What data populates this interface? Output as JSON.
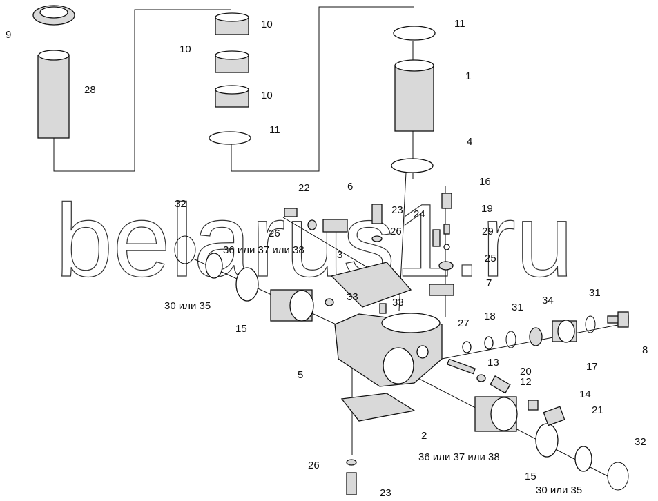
{
  "watermark": "belarus1.ru",
  "labels": [
    "9",
    "28",
    "10",
    "10",
    "10",
    "11",
    "11",
    "1",
    "4",
    "22",
    "6",
    "23",
    "26",
    "26",
    "24",
    "16",
    "19",
    "29",
    "25",
    "7",
    "32",
    "36 или 37 или 38",
    "3",
    "30 или 35",
    "15",
    "33",
    "33",
    "5",
    "13",
    "20",
    "12",
    "14",
    "21",
    "2",
    "27",
    "18",
    "31",
    "34",
    "31",
    "17",
    "8",
    "32",
    "36 или 37 или 38",
    "15",
    "30 или 35",
    "26",
    "23"
  ]
}
